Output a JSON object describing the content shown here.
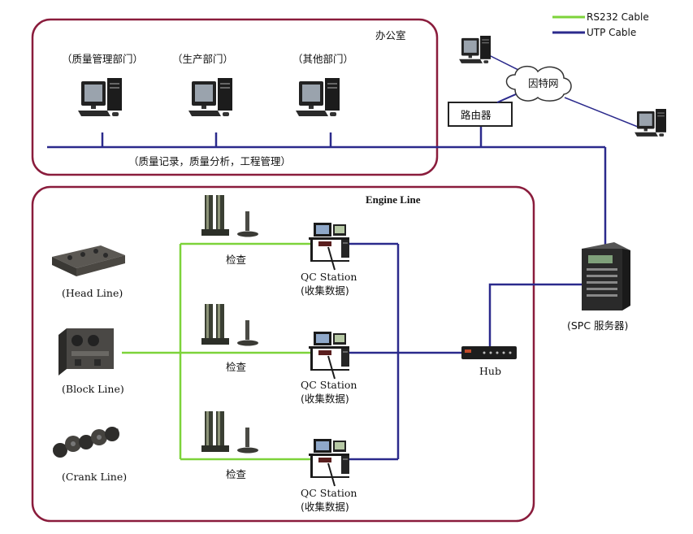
{
  "legend": {
    "rs232": {
      "label": "RS232  Cable",
      "color": "#7dd33a"
    },
    "utp": {
      "label": "UTP  Cable",
      "color": "#2b2a8c"
    }
  },
  "office": {
    "title": "办公室",
    "departments": [
      "（质量管理部门）",
      "（生产部门）",
      "（其他部门）"
    ],
    "functions": "（质量记录，质量分析，工程管理）",
    "border_color": "#8a1c3c"
  },
  "network": {
    "router": "路由器",
    "internet": "因特网"
  },
  "engine_line": {
    "title": "Engine Line",
    "lines": [
      "(Head Line)",
      "(Block Line)",
      "(Crank Line)"
    ],
    "inspection": "检查",
    "station_title": "QC Station",
    "station_sub": "(收集数据)",
    "hub": "Hub"
  },
  "server": {
    "label": "(SPC  服务器)"
  }
}
